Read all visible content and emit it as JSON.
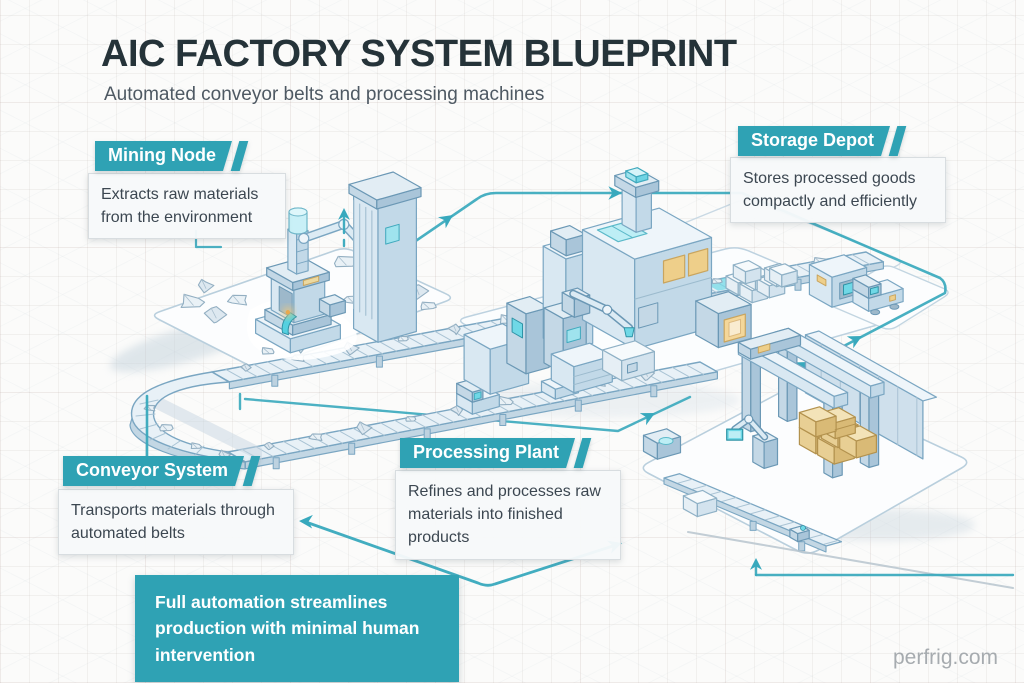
{
  "page": {
    "title": "AIC FACTORY SYSTEM BLUEPRINT",
    "subtitle": "Automated conveyor belts and processing machines",
    "watermark": "perfrig.com",
    "accent_color": "#2FA2B4",
    "flow_line_color": "#38A9BD",
    "paper_color": "#FBFBFA"
  },
  "callouts": {
    "mining": {
      "title": "Mining Node",
      "description": "Extracts raw materials from the environment"
    },
    "conveyor": {
      "title": "Conveyor System",
      "description": "Transports materials through automated belts"
    },
    "processing": {
      "title": "Processing Plant",
      "description": "Refines and processes raw materials into finished products"
    },
    "storage": {
      "title": "Storage Depot",
      "description": "Stores processed goods compactly and efficiently"
    }
  },
  "note": {
    "text": "Full automation streamlines production with minimal human intervention"
  }
}
